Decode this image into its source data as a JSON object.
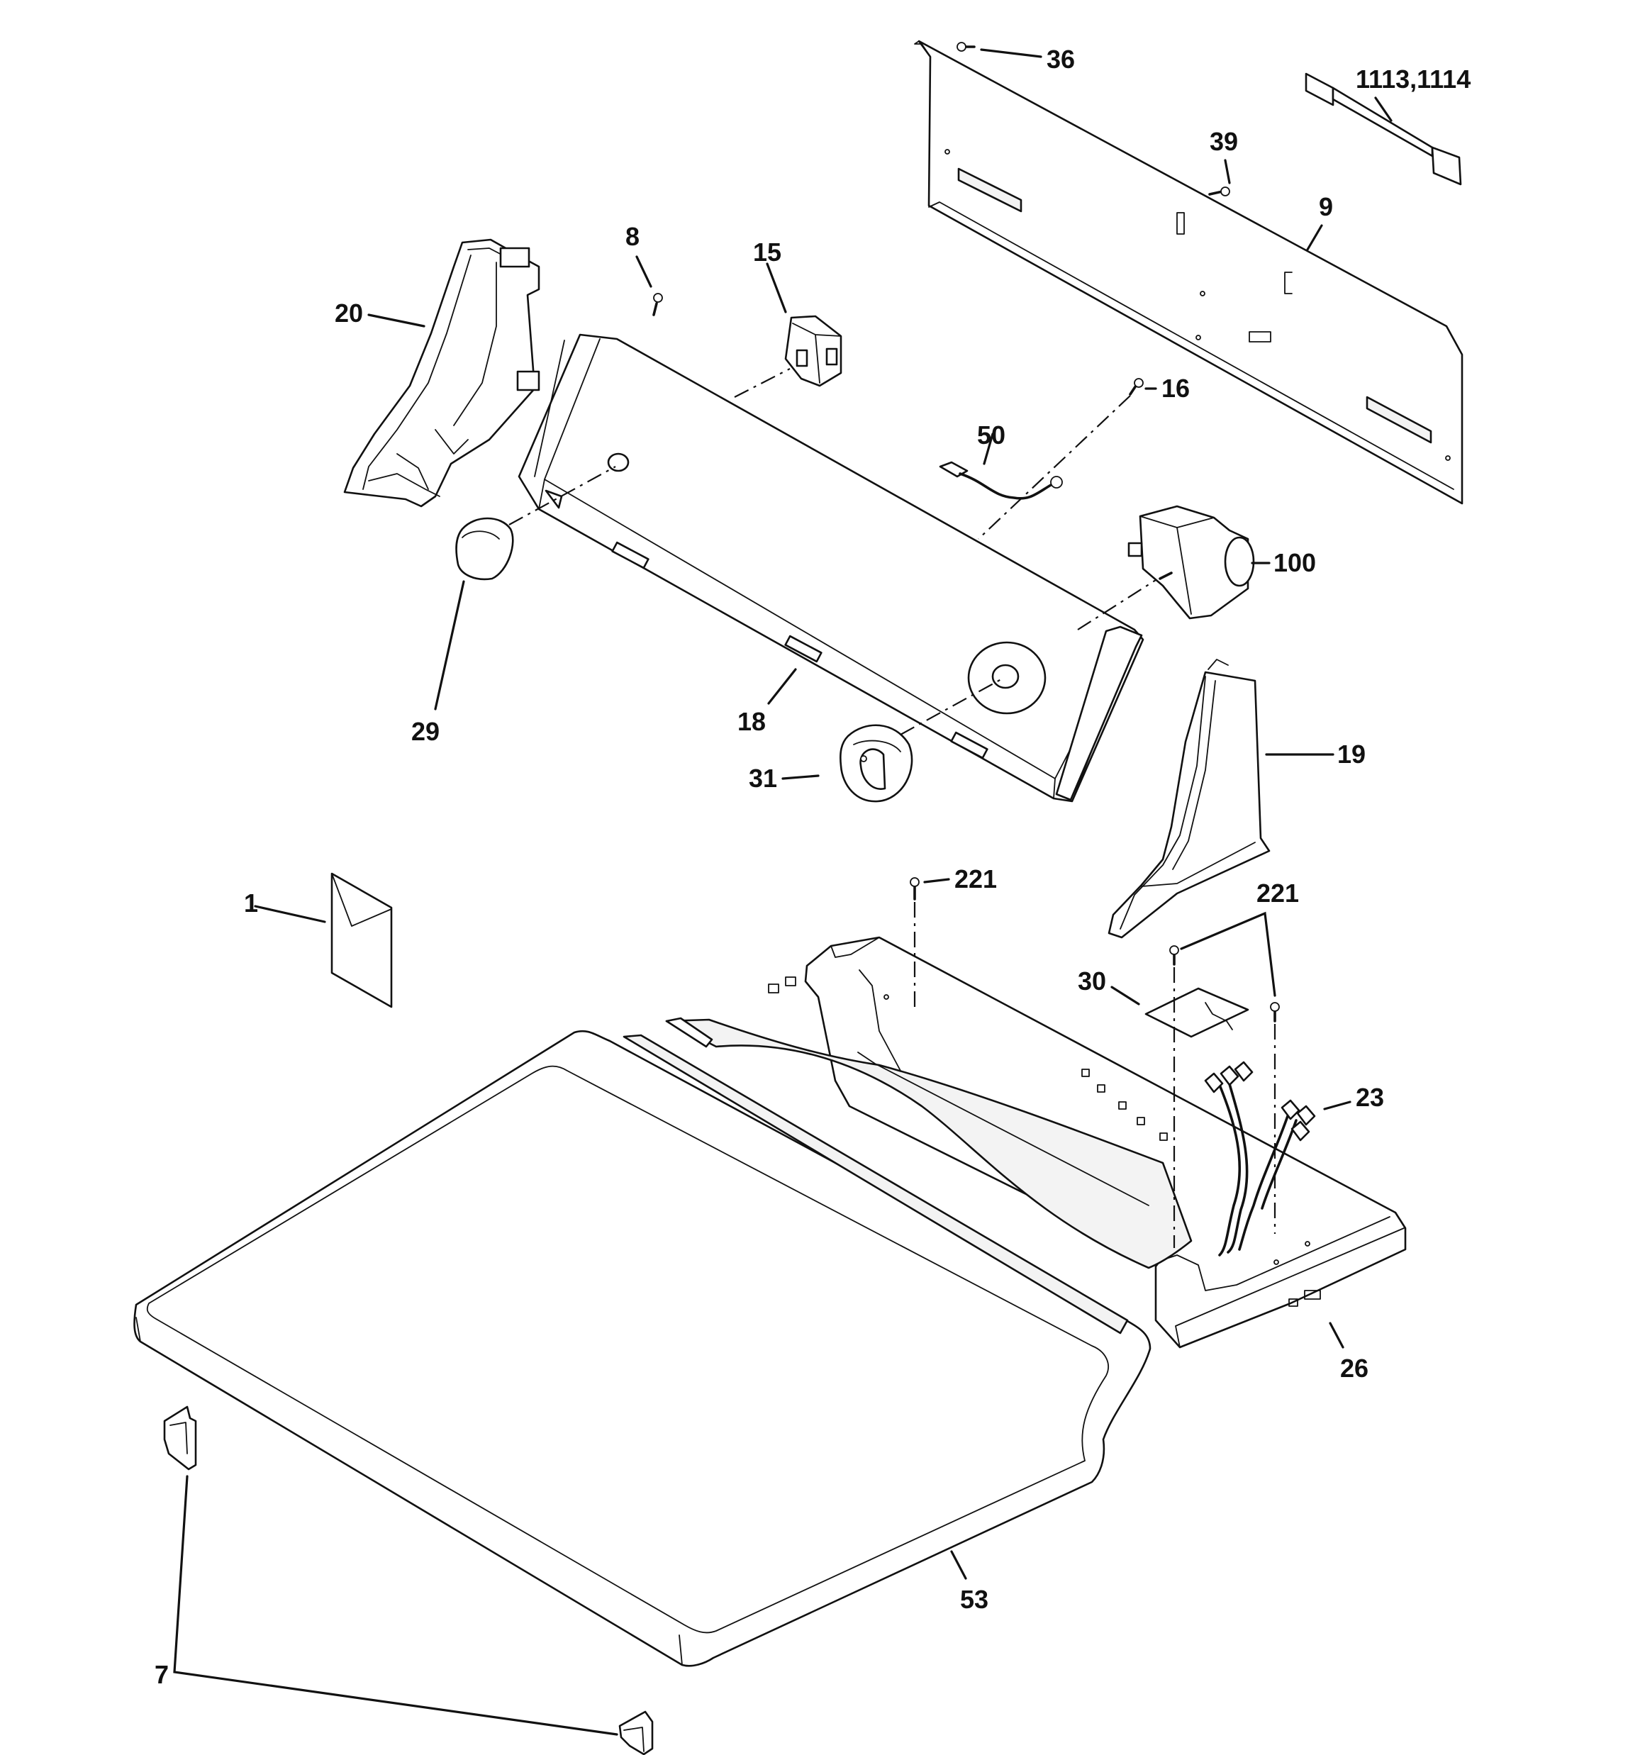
{
  "callouts": {
    "c1": "1",
    "c7": "7",
    "c8": "8",
    "c9": "9",
    "c15": "15",
    "c16": "16",
    "c18": "18",
    "c19": "19",
    "c20": "20",
    "c23": "23",
    "c26": "26",
    "c29": "29",
    "c30": "30",
    "c31": "31",
    "c36": "36",
    "c39": "39",
    "c50": "50",
    "c53": "53",
    "c100": "100",
    "c221a": "221",
    "c221b": "221",
    "c1113": "1113,1114"
  },
  "colors": {
    "line": "#111111",
    "background": "#ffffff"
  }
}
